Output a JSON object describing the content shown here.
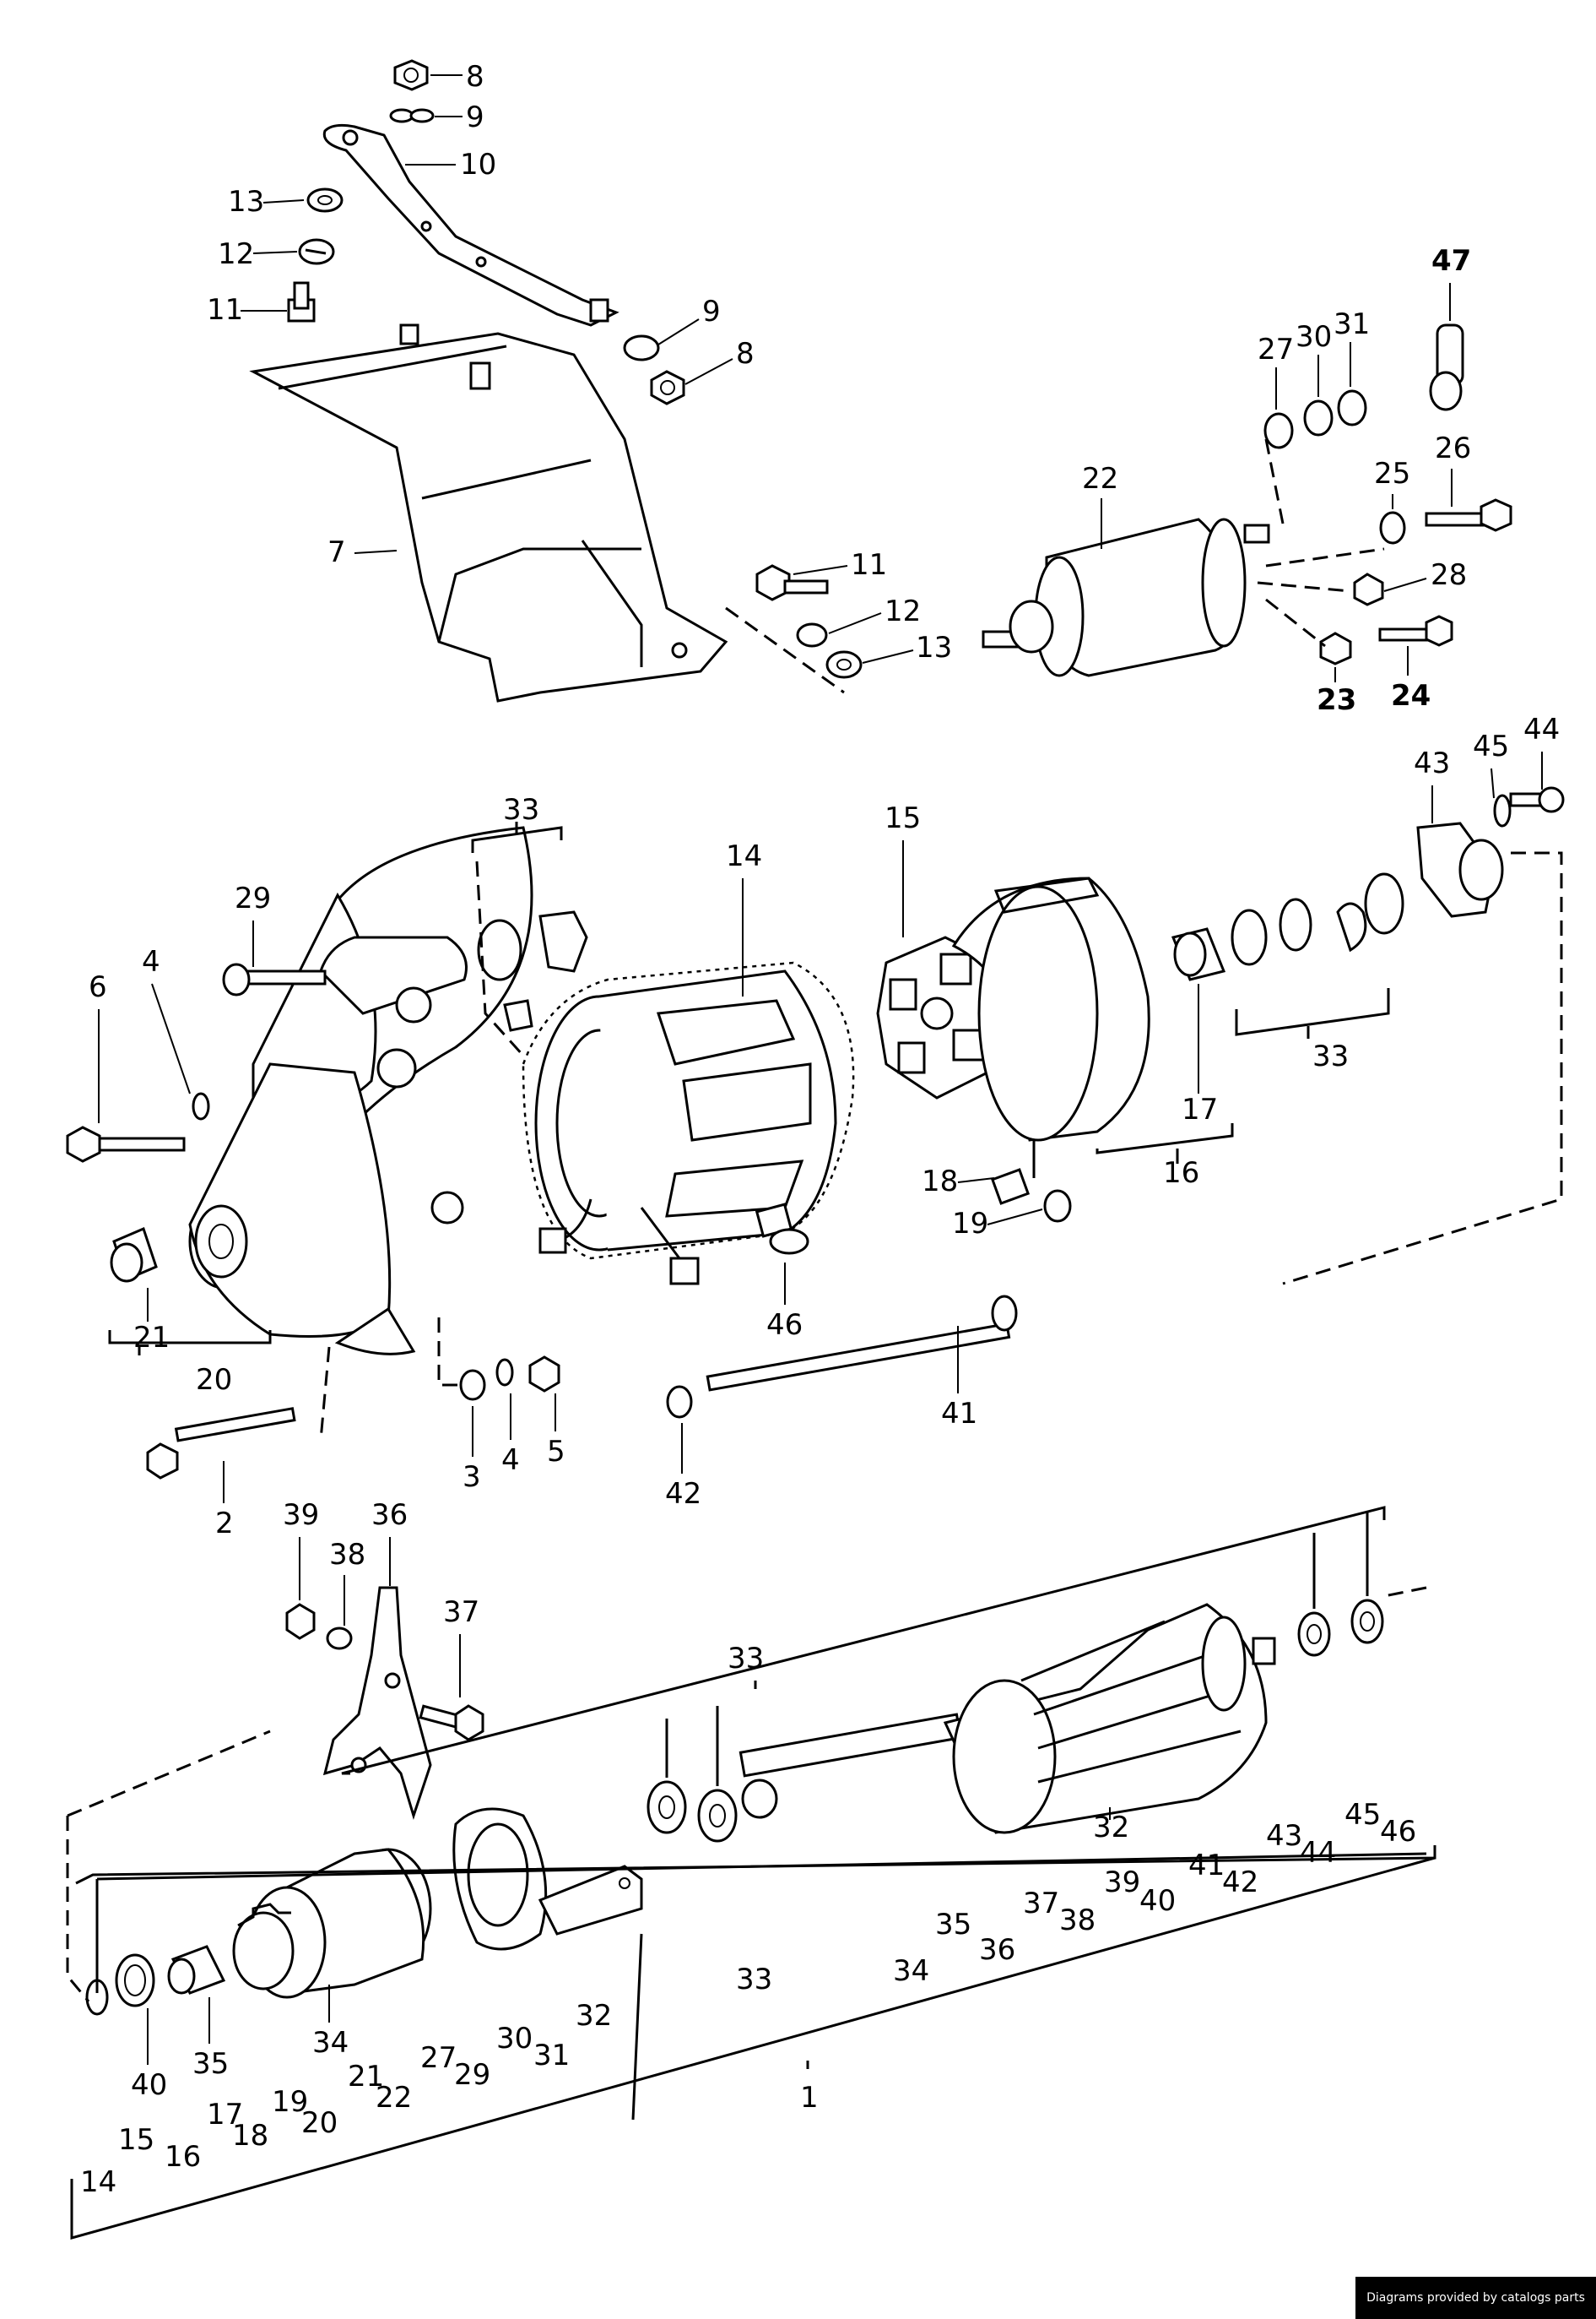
{
  "diagram": {
    "callouts": [
      {
        "id": "c8a",
        "text": "8"
      },
      {
        "id": "c9a",
        "text": "9"
      },
      {
        "id": "c10",
        "text": "10"
      },
      {
        "id": "c13a",
        "text": "13"
      },
      {
        "id": "c12a",
        "text": "12"
      },
      {
        "id": "c11a",
        "text": "11"
      },
      {
        "id": "c9b",
        "text": "9"
      },
      {
        "id": "c8b",
        "text": "8"
      },
      {
        "id": "c7",
        "text": "7"
      },
      {
        "id": "c11b",
        "text": "11"
      },
      {
        "id": "c12b",
        "text": "12"
      },
      {
        "id": "c13b",
        "text": "13"
      },
      {
        "id": "c47",
        "text": "47"
      },
      {
        "id": "c27a",
        "text": "27"
      },
      {
        "id": "c30a",
        "text": "30"
      },
      {
        "id": "c31a",
        "text": "31"
      },
      {
        "id": "c22a",
        "text": "22"
      },
      {
        "id": "c25",
        "text": "25"
      },
      {
        "id": "c26",
        "text": "26"
      },
      {
        "id": "c28",
        "text": "28"
      },
      {
        "id": "c23",
        "text": "23"
      },
      {
        "id": "c24",
        "text": "24"
      },
      {
        "id": "c33a",
        "text": "33"
      },
      {
        "id": "c14a",
        "text": "14"
      },
      {
        "id": "c15a",
        "text": "15"
      },
      {
        "id": "c43a",
        "text": "43"
      },
      {
        "id": "c45a",
        "text": "45"
      },
      {
        "id": "c44a",
        "text": "44"
      },
      {
        "id": "c29a",
        "text": "29"
      },
      {
        "id": "c4a",
        "text": "4"
      },
      {
        "id": "c6",
        "text": "6"
      },
      {
        "id": "c33b",
        "text": "33"
      },
      {
        "id": "c17a",
        "text": "17"
      },
      {
        "id": "c16a",
        "text": "16"
      },
      {
        "id": "c18a",
        "text": "18"
      },
      {
        "id": "c19a",
        "text": "19"
      },
      {
        "id": "c46a",
        "text": "46"
      },
      {
        "id": "c21a",
        "text": "21"
      },
      {
        "id": "c20a",
        "text": "20"
      },
      {
        "id": "c41",
        "text": "41"
      },
      {
        "id": "c42",
        "text": "42"
      },
      {
        "id": "c3",
        "text": "3"
      },
      {
        "id": "c4b",
        "text": "4"
      },
      {
        "id": "c5",
        "text": "5"
      },
      {
        "id": "c2",
        "text": "2"
      },
      {
        "id": "c39a",
        "text": "39"
      },
      {
        "id": "c36a",
        "text": "36"
      },
      {
        "id": "c38a",
        "text": "38"
      },
      {
        "id": "c37a",
        "text": "37"
      },
      {
        "id": "c33c",
        "text": "33"
      },
      {
        "id": "c32a",
        "text": "32"
      },
      {
        "id": "c34a",
        "text": "34"
      },
      {
        "id": "c40a",
        "text": "40"
      },
      {
        "id": "c35a",
        "text": "35"
      },
      {
        "id": "c14b",
        "text": "14"
      },
      {
        "id": "c15b",
        "text": "15"
      },
      {
        "id": "c16b",
        "text": "16"
      },
      {
        "id": "c17b",
        "text": "17"
      },
      {
        "id": "c18b",
        "text": "18"
      },
      {
        "id": "c19b",
        "text": "19"
      },
      {
        "id": "c20b",
        "text": "20"
      },
      {
        "id": "c21b",
        "text": "21"
      },
      {
        "id": "c22b",
        "text": "22"
      },
      {
        "id": "c27b",
        "text": "27"
      },
      {
        "id": "c29b",
        "text": "29"
      },
      {
        "id": "c30b",
        "text": "30"
      },
      {
        "id": "c31b",
        "text": "31"
      },
      {
        "id": "c32b",
        "text": "32"
      },
      {
        "id": "c33d",
        "text": "33"
      },
      {
        "id": "c1",
        "text": "1"
      },
      {
        "id": "c34b",
        "text": "34"
      },
      {
        "id": "c35b",
        "text": "35"
      },
      {
        "id": "c36b",
        "text": "36"
      },
      {
        "id": "c37b",
        "text": "37"
      },
      {
        "id": "c38b",
        "text": "38"
      },
      {
        "id": "c39b",
        "text": "39"
      },
      {
        "id": "c40b",
        "text": "40"
      },
      {
        "id": "c41b",
        "text": "41"
      },
      {
        "id": "c42b",
        "text": "42"
      },
      {
        "id": "c43b",
        "text": "43"
      },
      {
        "id": "c44b",
        "text": "44"
      },
      {
        "id": "c45b",
        "text": "45"
      },
      {
        "id": "c46b",
        "text": "46"
      }
    ]
  },
  "footer": {
    "credit": "Diagrams provided by catalogs parts"
  }
}
